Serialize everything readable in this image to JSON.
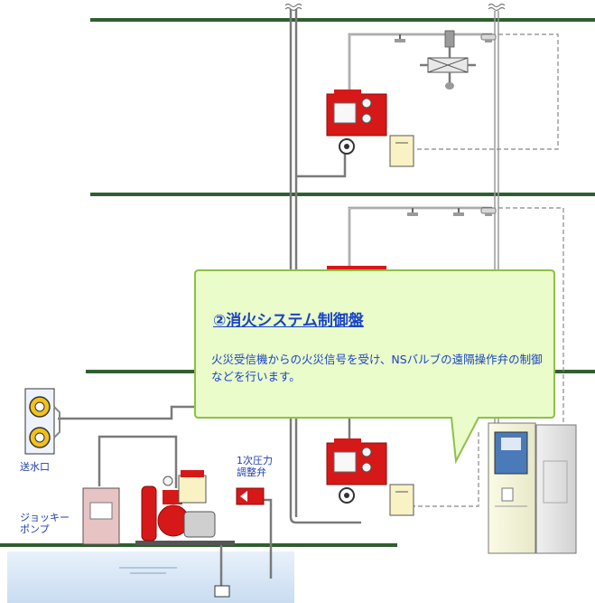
{
  "labels": {
    "water_outlet": "送水口",
    "jockey_pump": "ジョッキー\nポンプ",
    "pressure_valve": "1次圧力\n調整弁"
  },
  "callout": {
    "title": "②消火システム制御盤",
    "body": "火災受信機からの火災信号を受け、NSバルブの遠隔操作弁の制御などを行います。"
  },
  "colors": {
    "floor_line": "#2f5f2f",
    "pipe": "#7a7a7a",
    "equipment_red": "#d71818",
    "callout_fill": "#eafcc9",
    "callout_border": "#8ec04a",
    "text_blue": "#1a44c8"
  }
}
